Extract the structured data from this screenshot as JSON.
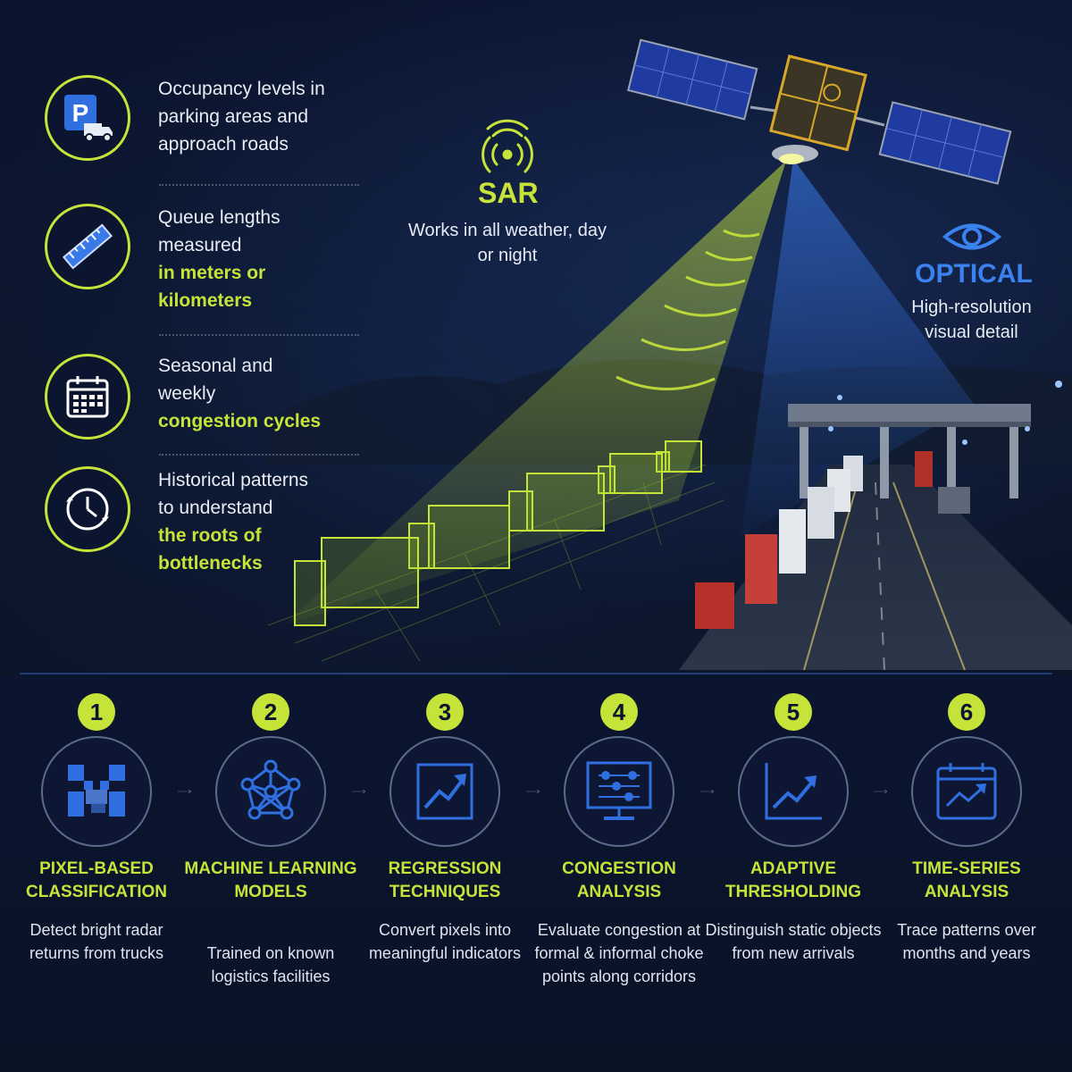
{
  "features": [
    {
      "icon": "parking-truck-icon",
      "lines": [
        "Occupancy levels in",
        "parking areas and",
        "approach roads"
      ],
      "highlight": []
    },
    {
      "icon": "ruler-icon",
      "lines": [
        "Queue lengths",
        "measured"
      ],
      "highlight": [
        "in meters or",
        "kilometers"
      ]
    },
    {
      "icon": "calendar-icon",
      "lines": [
        "Seasonal and",
        "weekly"
      ],
      "highlight": [
        "congestion cycles"
      ]
    },
    {
      "icon": "clock-icon",
      "lines": [
        "Historical patterns",
        "to understand"
      ],
      "highlight": [
        "the roots of",
        "bottlenecks"
      ]
    }
  ],
  "sar": {
    "title": "SAR",
    "subtitle": "Works in all weather, day or night"
  },
  "optical": {
    "title": "OPTICAL",
    "subtitle": "High-resolution visual detail"
  },
  "steps": [
    {
      "number": "1",
      "title": "PIXEL-BASED CLASSIFICATION",
      "description": "Detect bright radar returns from trucks",
      "icon": "pixel-grid-icon"
    },
    {
      "number": "2",
      "title": "MACHINE LEARNING MODELS",
      "description": "Trained on known logistics facilities",
      "icon": "neural-network-icon"
    },
    {
      "number": "3",
      "title": "REGRESSION TECHNIQUES",
      "description": "Convert pixels into meaningful indicators",
      "icon": "trend-chart-icon"
    },
    {
      "number": "4",
      "title": "CONGESTION ANALYSIS",
      "description": "Evaluate congestion at formal & informal choke points along corridors",
      "icon": "monitor-analytics-icon"
    },
    {
      "number": "5",
      "title": "ADAPTIVE THRESHOLDING",
      "description": "Distinguish static objects from new arrivals",
      "icon": "line-chart-icon"
    },
    {
      "number": "6",
      "title": "TIME-SERIES ANALYSIS",
      "description": "Trace patterns over months and years",
      "icon": "calendar-chart-icon"
    }
  ],
  "colors": {
    "accent": "#c6e33a",
    "optical_blue": "#3a82f0",
    "background": "#0a1226"
  }
}
